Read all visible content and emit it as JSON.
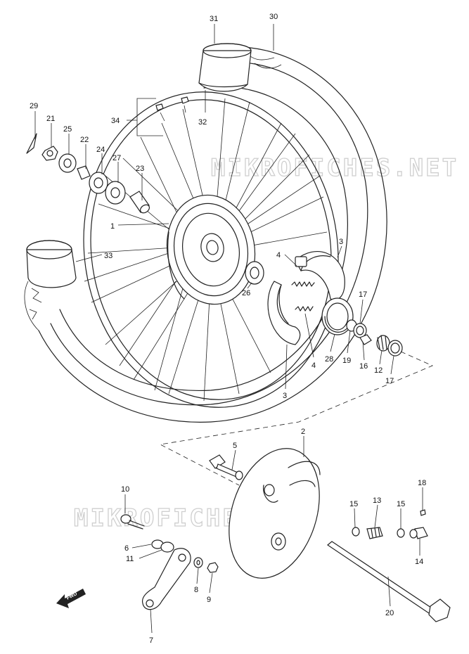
{
  "watermark": "MIKROFICHES.NET",
  "fwd_label": "FWD",
  "parts": [
    {
      "id": "p1",
      "label": "1"
    },
    {
      "id": "p2",
      "label": "2"
    },
    {
      "id": "p3a",
      "label": "3"
    },
    {
      "id": "p3b",
      "label": "3"
    },
    {
      "id": "p4a",
      "label": "4"
    },
    {
      "id": "p4b",
      "label": "4"
    },
    {
      "id": "p5",
      "label": "5"
    },
    {
      "id": "p6",
      "label": "6"
    },
    {
      "id": "p7",
      "label": "7"
    },
    {
      "id": "p8",
      "label": "8"
    },
    {
      "id": "p9",
      "label": "9"
    },
    {
      "id": "p10",
      "label": "10"
    },
    {
      "id": "p11",
      "label": "11"
    },
    {
      "id": "p12",
      "label": "12"
    },
    {
      "id": "p13",
      "label": "13"
    },
    {
      "id": "p14",
      "label": "14"
    },
    {
      "id": "p15a",
      "label": "15"
    },
    {
      "id": "p15b",
      "label": "15"
    },
    {
      "id": "p16",
      "label": "16"
    },
    {
      "id": "p17a",
      "label": "17"
    },
    {
      "id": "p17b",
      "label": "17"
    },
    {
      "id": "p18",
      "label": "18"
    },
    {
      "id": "p19",
      "label": "19"
    },
    {
      "id": "p20",
      "label": "20"
    },
    {
      "id": "p21",
      "label": "21"
    },
    {
      "id": "p22",
      "label": "22"
    },
    {
      "id": "p23",
      "label": "23"
    },
    {
      "id": "p24",
      "label": "24"
    },
    {
      "id": "p25",
      "label": "25"
    },
    {
      "id": "p26",
      "label": "26"
    },
    {
      "id": "p27",
      "label": "27"
    },
    {
      "id": "p28",
      "label": "28"
    },
    {
      "id": "p29",
      "label": "29"
    },
    {
      "id": "p30",
      "label": "30"
    },
    {
      "id": "p31",
      "label": "31"
    },
    {
      "id": "p32",
      "label": "32"
    },
    {
      "id": "p33",
      "label": "33"
    },
    {
      "id": "p34",
      "label": "34"
    }
  ]
}
